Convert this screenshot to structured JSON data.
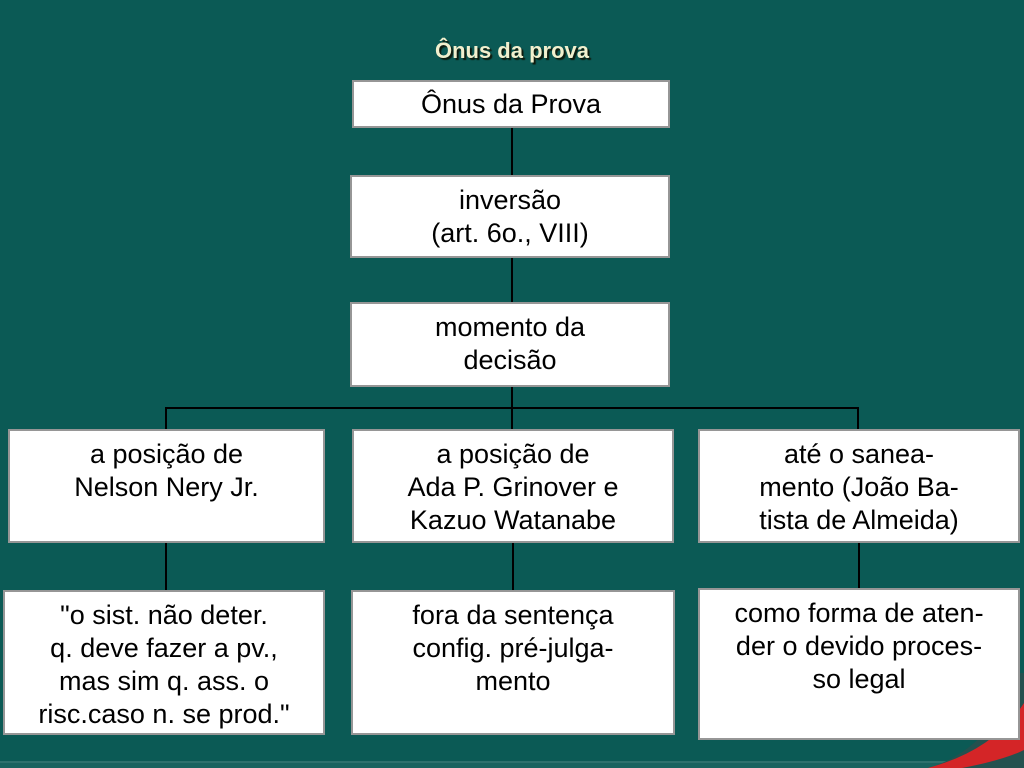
{
  "slide_title": "Ônus da prova",
  "colors": {
    "background": "#0B5A55",
    "box_background": "#FFFFFF",
    "box_border": "#969696",
    "box_text": "#000000",
    "connector": "#000000",
    "title_text": "#F1F0CE",
    "swoosh_red": "#D42527",
    "swoosh_dark_teal": "#24514F"
  },
  "diagram": {
    "root": "Ônus da Prova",
    "level2": "inversão\n(art. 6o., VIII)",
    "level3": "momento da\ndecisão",
    "branch1_top": "a posição de\nNelson Nery Jr.",
    "branch2_top": "a posição de\nAda P. Grinover e\nKazuo Watanabe",
    "branch3_top": "até o sanea-\nmento (João Ba-\ntista de Almeida)",
    "branch1_bottom": "\"o sist. não deter.\nq. deve fazer a pv.,\nmas sim q. ass. o\nrisc.caso n. se prod.\"",
    "branch2_bottom": "fora da sentença\nconfig. pré-julga-\nmento",
    "branch3_bottom": "como forma de aten-\nder o devido proces-\nso legal"
  }
}
